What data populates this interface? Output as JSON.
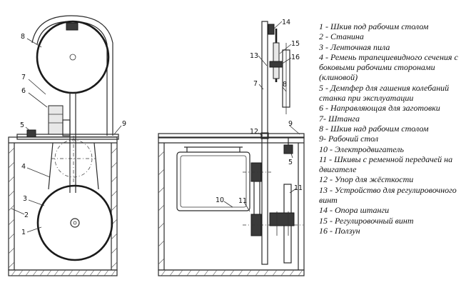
{
  "callouts": {
    "left": [
      "8",
      "7",
      "6",
      "5",
      "9",
      "4",
      "3",
      "2",
      "1"
    ],
    "right": [
      "14",
      "13",
      "15",
      "16",
      "7",
      "8",
      "12",
      "9",
      "5",
      "10",
      "11",
      "11"
    ]
  },
  "legend": [
    "1 - Шкив под рабочим столом",
    "2 - Станина",
    "3 - Ленточная пила",
    "4 - Ремень трапециевидного сечения с боковыми рабочими сторонами (клиновой)",
    "5 - Демпфер для гашения колебаний станка при эксплуатации",
    "6 - Направляющая для заготовки",
    "7- Штанга",
    "8 - Шкив над рабочим столом",
    "9- Рабочий стол",
    "10 - Электродвигатель",
    "11 - Шкивы с ременной передачей на двигателе",
    "12 - Упор для жёсткости",
    "13 - Устройство для регулировочного винт",
    "14 - Опора штанги",
    "15 - Регулировочный винт",
    "16 - Ползун"
  ]
}
